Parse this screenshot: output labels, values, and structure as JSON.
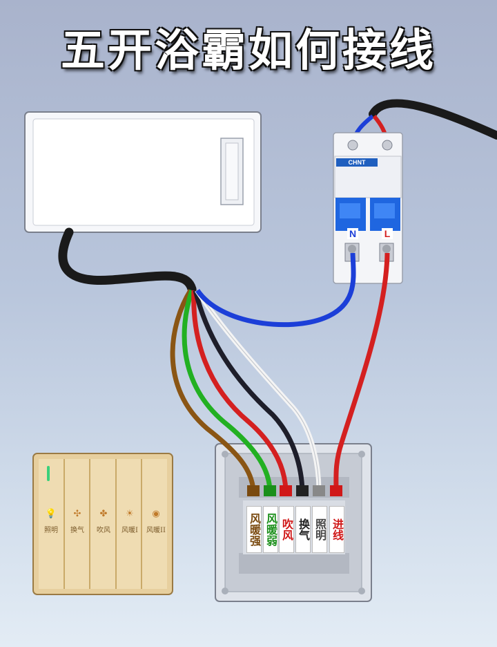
{
  "title": "五开浴霸如何接线",
  "breaker": {
    "brand": "CHNT",
    "pole_n": "N",
    "pole_l": "L"
  },
  "terminals": [
    {
      "label": "风暖强",
      "wire": "brown",
      "color": "#7a4a10"
    },
    {
      "label": "风暖弱",
      "wire": "green",
      "color": "#1a8f1a"
    },
    {
      "label": "吹风",
      "wire": "red",
      "color": "#d01818"
    },
    {
      "label": "换气",
      "wire": "black",
      "color": "#222222"
    },
    {
      "label": "照明",
      "wire": "white",
      "color": "#444444"
    },
    {
      "label": "进线",
      "wire": "red",
      "color": "#d01818"
    }
  ],
  "switch_panel": {
    "buttons": [
      {
        "glyph": "💡",
        "caption": "照明"
      },
      {
        "glyph": "✣",
        "caption": "换气"
      },
      {
        "glyph": "✤",
        "caption": "吹风"
      },
      {
        "glyph": "☀",
        "caption": "风暖I"
      },
      {
        "glyph": "◉",
        "caption": "风暖II"
      }
    ]
  },
  "colors": {
    "wire_blue": "#1c3fd8",
    "wire_red": "#d42020",
    "wire_brown": "#8a5514",
    "wire_green": "#22b022",
    "wire_black": "#1e1e2a",
    "wire_white": "#f4f4f4"
  }
}
